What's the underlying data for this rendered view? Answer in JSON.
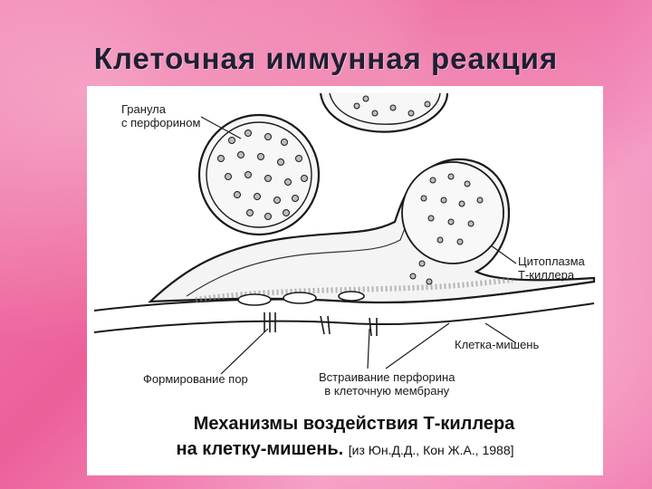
{
  "slide": {
    "title": "Клеточная иммунная реакция"
  },
  "diagram": {
    "labels": {
      "granule": [
        "Гранула",
        "с перфорином"
      ],
      "cytoplasm": [
        "Цитоплазма",
        "Т-киллера"
      ],
      "target_cell": "Клетка-мишень",
      "pore_formation": "Формирование пор",
      "perforin_insertion": [
        "Встраивание перфорина",
        "в клеточную мембрану"
      ]
    },
    "caption": {
      "line1": "Механизмы воздействия Т-киллера",
      "line2": "на клетку-мишень.",
      "reference": "[из Юн.Д.Д., Кон Ж.А., 1988]"
    }
  },
  "colors": {
    "background": "#f06aa0",
    "title": "#1f1f33",
    "ink": "#1a1a1a",
    "figure_bg": "#ffffff"
  }
}
